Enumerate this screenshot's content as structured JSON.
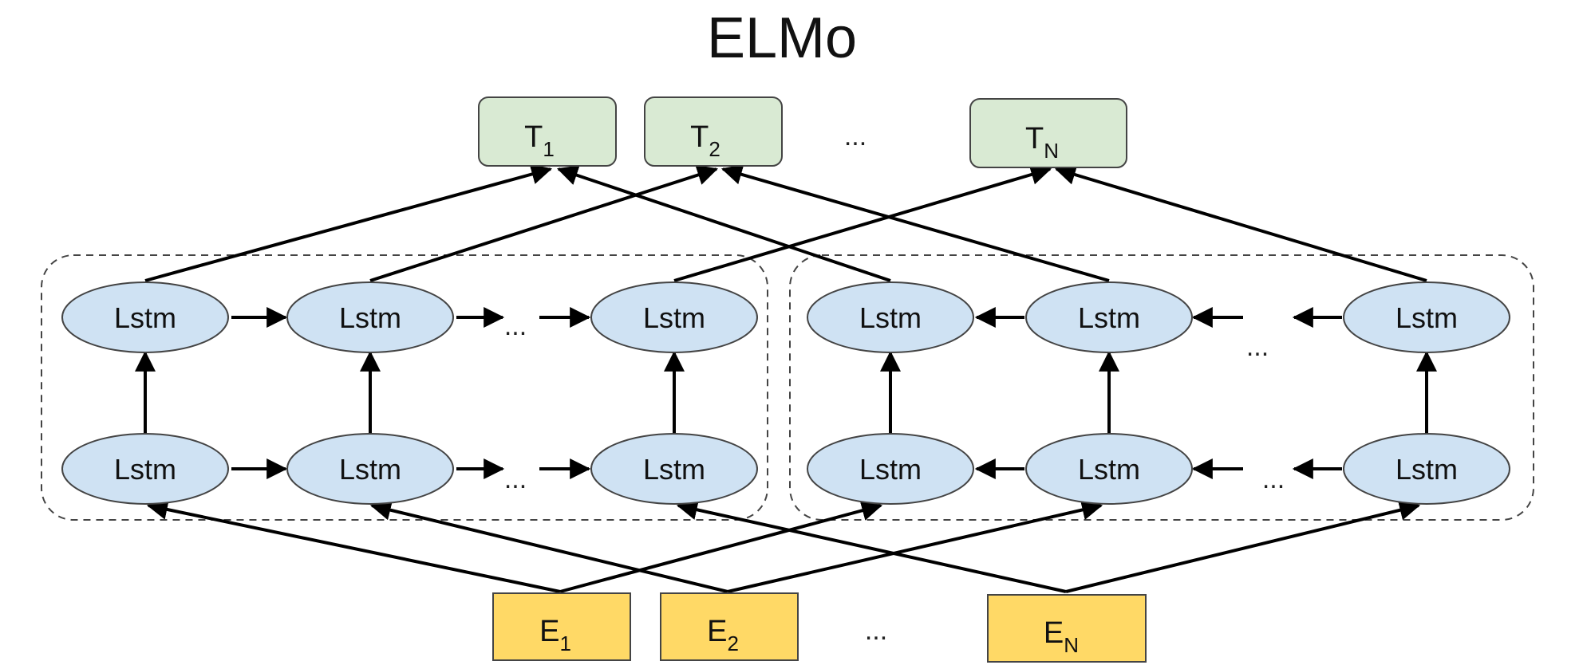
{
  "title": "ELMo",
  "colors": {
    "output_fill": "#d9ead3",
    "input_fill": "#ffd966",
    "lstm_fill": "#cfe2f3",
    "stroke": "#444444",
    "arrow": "#000000"
  },
  "outputs": [
    {
      "base": "T",
      "sub": "1"
    },
    {
      "base": "T",
      "sub": "2"
    },
    {
      "base": "T",
      "sub": "N"
    }
  ],
  "inputs": [
    {
      "base": "E",
      "sub": "1"
    },
    {
      "base": "E",
      "sub": "2"
    },
    {
      "base": "E",
      "sub": "N"
    }
  ],
  "lstm_label": "Lstm",
  "ellipsis": "..."
}
